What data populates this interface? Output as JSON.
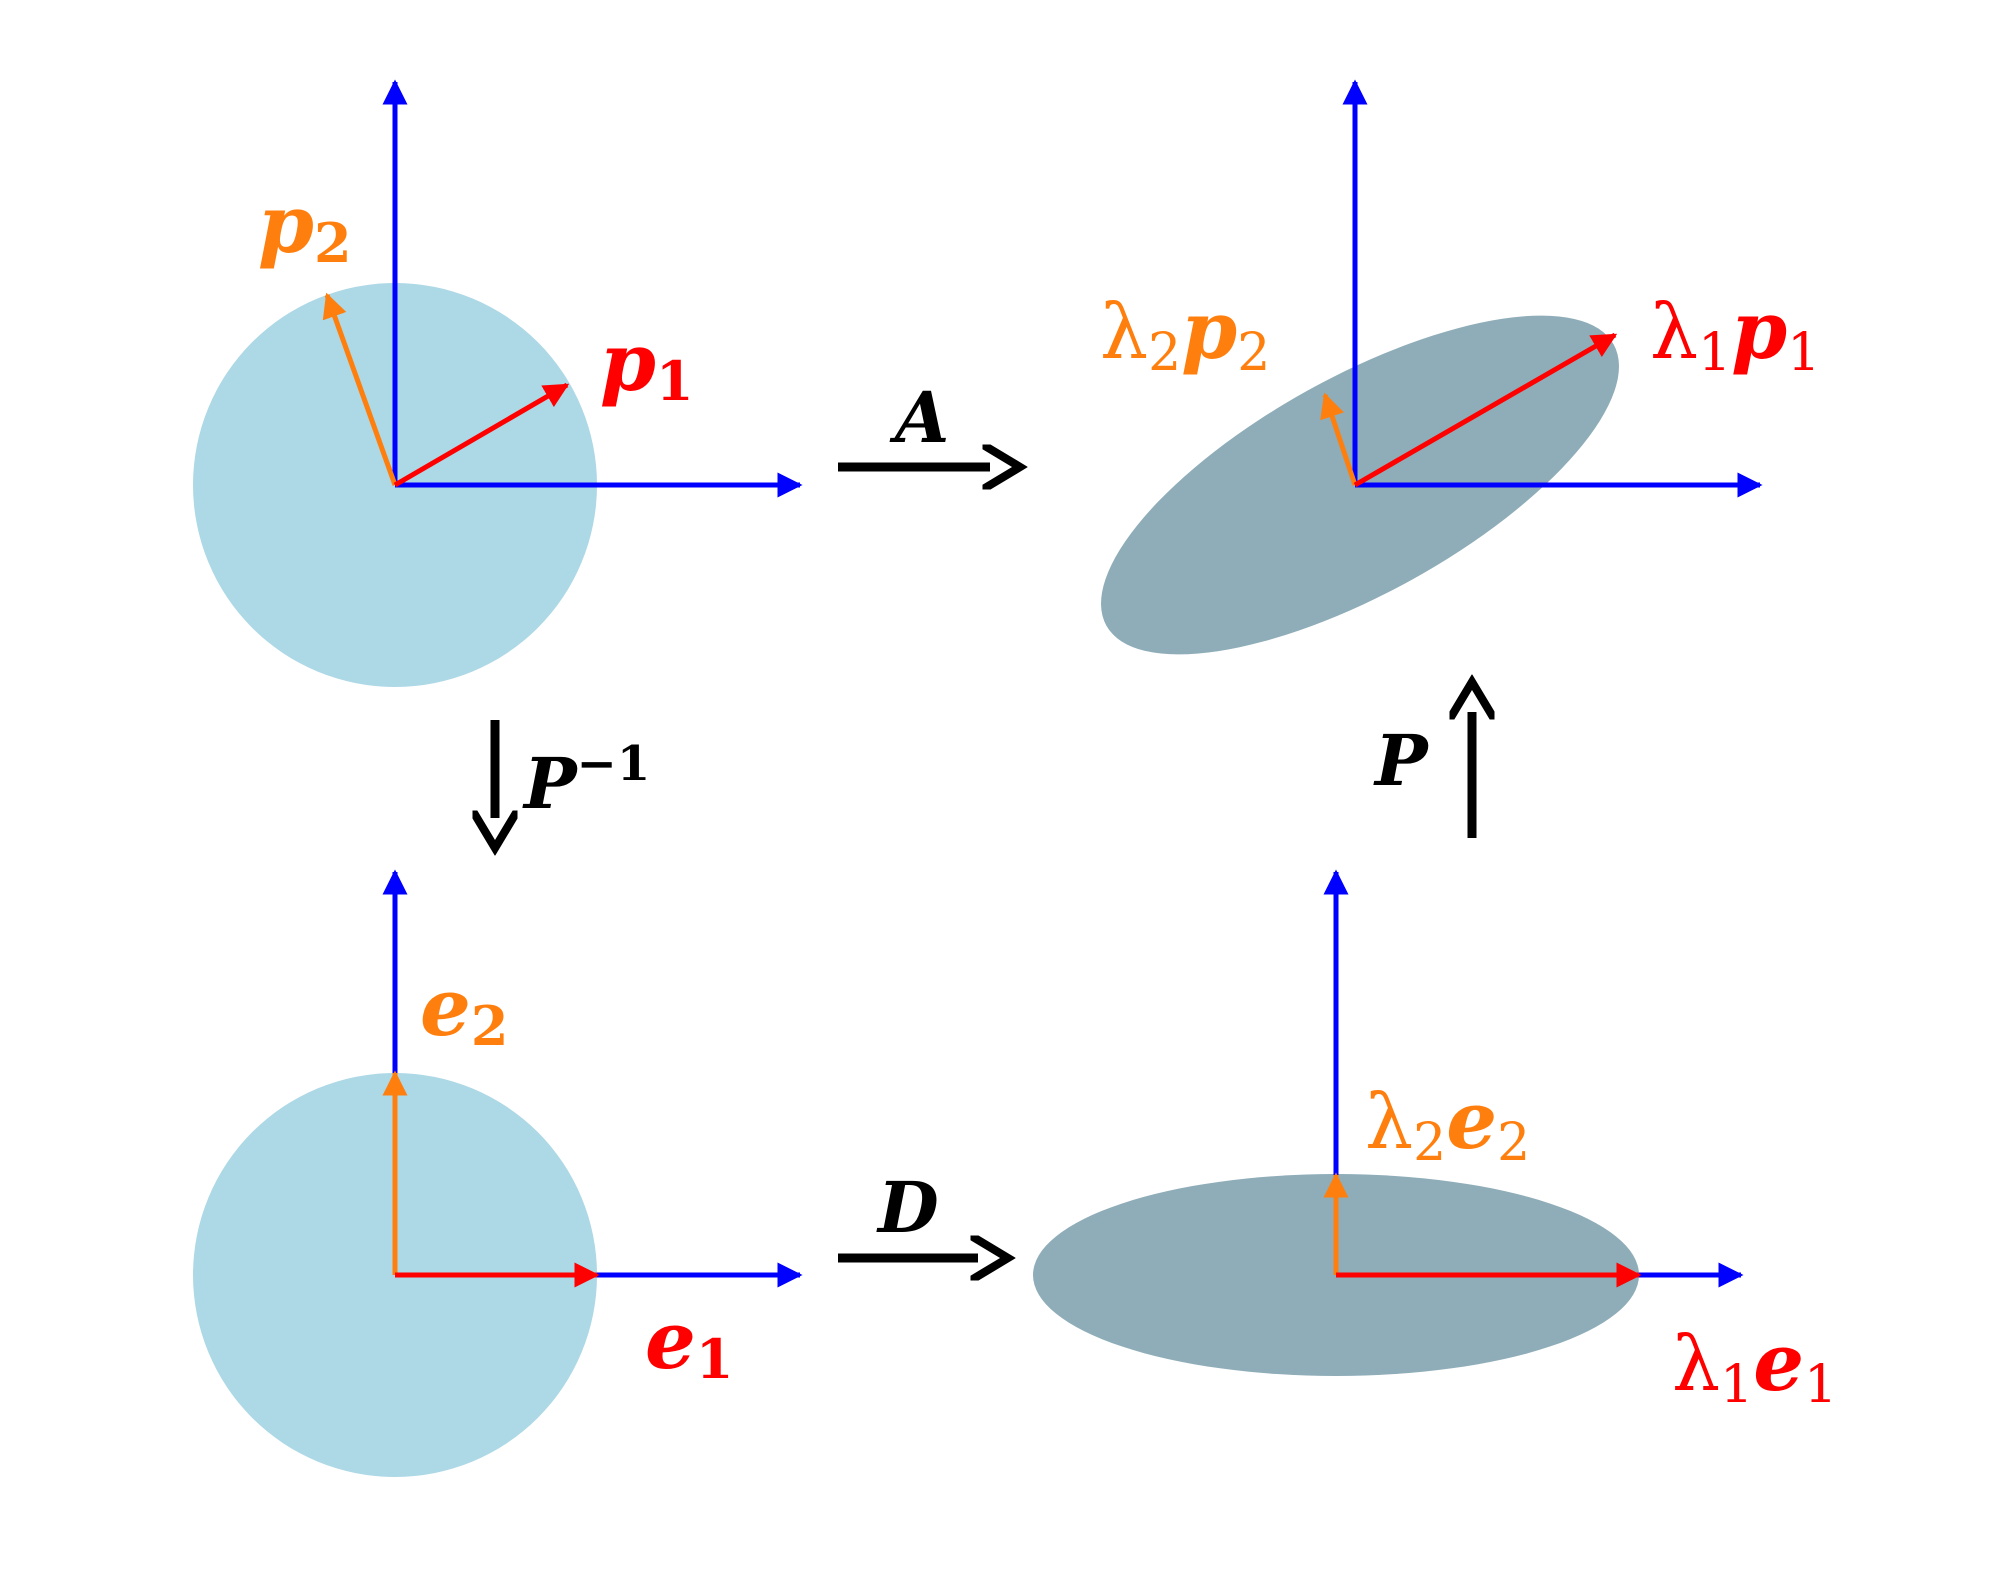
{
  "colors": {
    "axis": "#0000ff",
    "vector_1": "#ff0000",
    "vector_2": "#ff7f0e",
    "unit_disk": "#add8e6",
    "ellipse": "#8fadb8",
    "map_arrow": "#000000"
  },
  "panels": {
    "top_left": {
      "p2": {
        "base": "p",
        "sub": "2"
      },
      "p1": {
        "base": "p",
        "sub": "1"
      }
    },
    "top_right": {
      "l2p2": {
        "lambda": "λ",
        "lambda_sub": "2",
        "base": "p",
        "sub": "2"
      },
      "l1p1": {
        "lambda": "λ",
        "lambda_sub": "1",
        "base": "p",
        "sub": "1"
      }
    },
    "bottom_left": {
      "e2": {
        "base": "e",
        "sub": "2"
      },
      "e1": {
        "base": "e",
        "sub": "1"
      }
    },
    "bottom_right": {
      "l2e2": {
        "lambda": "λ",
        "lambda_sub": "2",
        "base": "e",
        "sub": "2"
      },
      "l1e1": {
        "lambda": "λ",
        "lambda_sub": "1",
        "base": "e",
        "sub": "1"
      }
    }
  },
  "maps": {
    "A": {
      "label": "A"
    },
    "D": {
      "label": "D"
    },
    "P_inverse": {
      "base": "P",
      "sup": "−1"
    },
    "P": {
      "label": "P"
    }
  }
}
